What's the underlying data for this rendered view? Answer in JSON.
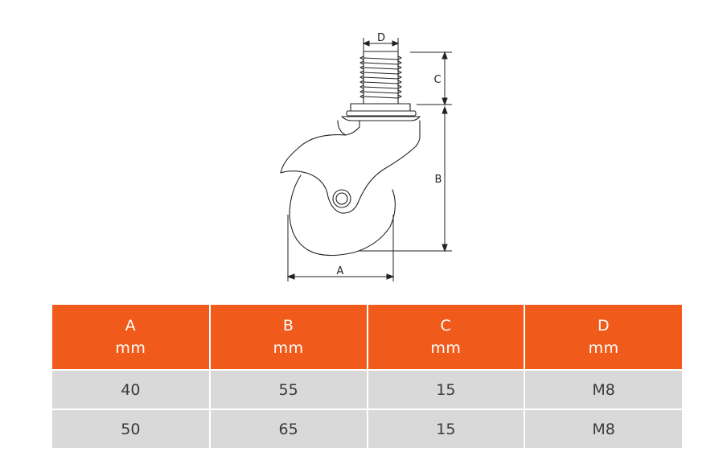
{
  "drawing": {
    "labels": {
      "a": "A",
      "b": "B",
      "c": "C",
      "d": "D"
    }
  },
  "table": {
    "columns": [
      {
        "name": "A",
        "unit": "mm"
      },
      {
        "name": "B",
        "unit": "mm"
      },
      {
        "name": "C",
        "unit": "mm"
      },
      {
        "name": "D",
        "unit": "mm"
      }
    ],
    "rows": [
      [
        "40",
        "55",
        "15",
        "M8"
      ],
      [
        "50",
        "65",
        "15",
        "M8"
      ]
    ]
  },
  "colors": {
    "header_bg": "#f05a1a",
    "row_bg": "#d9d9d9",
    "line": "#222222"
  }
}
